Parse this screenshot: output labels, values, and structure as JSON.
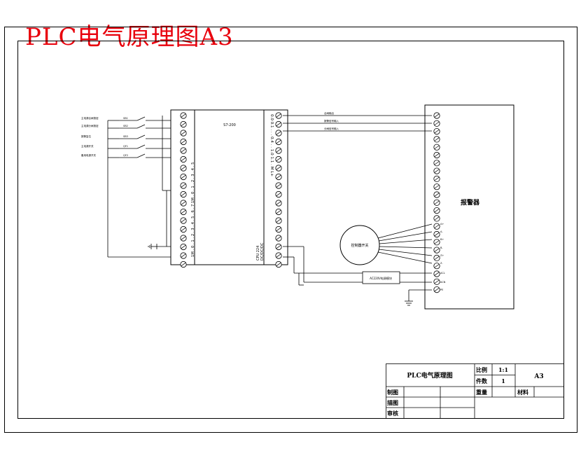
{
  "page_title": "PLC电气原理图A3",
  "plc": {
    "model": "S7-200",
    "cpu_label_1": "CPU  224",
    "cpu_label_2": "DC/DC/DC",
    "input_terminals": "1M . 0 . 1 . 2 . 3 . 4 . 5 . 6 . 7 1M . 0 . 1 . 2 . 3 . 4 . 5",
    "output_terminals": "0.0 0.1 . . . 0.4 . . 1.0 1.1 . M L+"
  },
  "inputs": [
    {
      "label": "主电源合闸按钮",
      "switch": "SB1"
    },
    {
      "label": "主电源分闸按钮",
      "switch": "SB2"
    },
    {
      "label": "报警复位",
      "switch": "SB3"
    },
    {
      "label": "主电源开关",
      "switch": "QF1"
    },
    {
      "label": "备用电源开关",
      "switch": "QF2"
    }
  ],
  "outputs": [
    {
      "label": "合闸输出"
    },
    {
      "label": "报警信号输入"
    },
    {
      "label": "分闸信号输入"
    }
  ],
  "alarm_box_label": "报警器",
  "detector_label": "控制器开关",
  "detector_ports": [
    "A+",
    "A-",
    "B+",
    "B-",
    "Z+",
    "Z-"
  ],
  "power_ports": [
    "ACL",
    "ACN",
    "PE"
  ],
  "power_supply_label": "AC220V电源模块",
  "title_block": {
    "drawing_name": "PLC电气原理图",
    "scale_label": "比例",
    "scale_value": "1:1",
    "qty_label": "件数",
    "qty_value": "1",
    "size": "A3",
    "weight_label": "重量",
    "material_label": "材料",
    "drawn_by_label": "制图",
    "description_label": "描图",
    "review_label": "审核"
  }
}
